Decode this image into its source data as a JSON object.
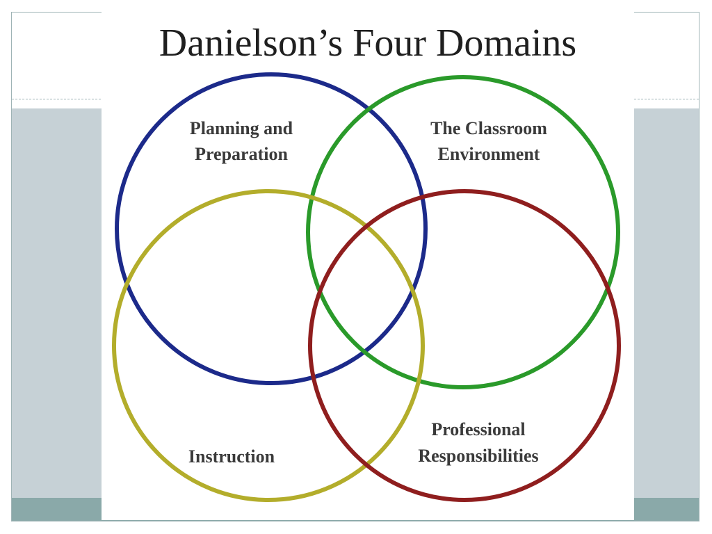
{
  "diagram": {
    "title": "Danielson’s Four Domains",
    "domains": [
      {
        "id": "planning",
        "lines": [
          "Planning and",
          "Preparation"
        ],
        "color": "#1c2a8a"
      },
      {
        "id": "environment",
        "lines": [
          "The Classroom",
          "Environment"
        ],
        "color": "#2a9a2a"
      },
      {
        "id": "instruction",
        "lines": [
          "Instruction"
        ],
        "color": "#b3ad2b"
      },
      {
        "id": "professional",
        "lines": [
          "Professional",
          "Responsibilities"
        ],
        "color": "#8f1e1e"
      }
    ]
  },
  "theme": {
    "frame_border": "#9fb4b6",
    "band_gray": "#c6d1d6",
    "band_teal": "#8aa9a9"
  }
}
